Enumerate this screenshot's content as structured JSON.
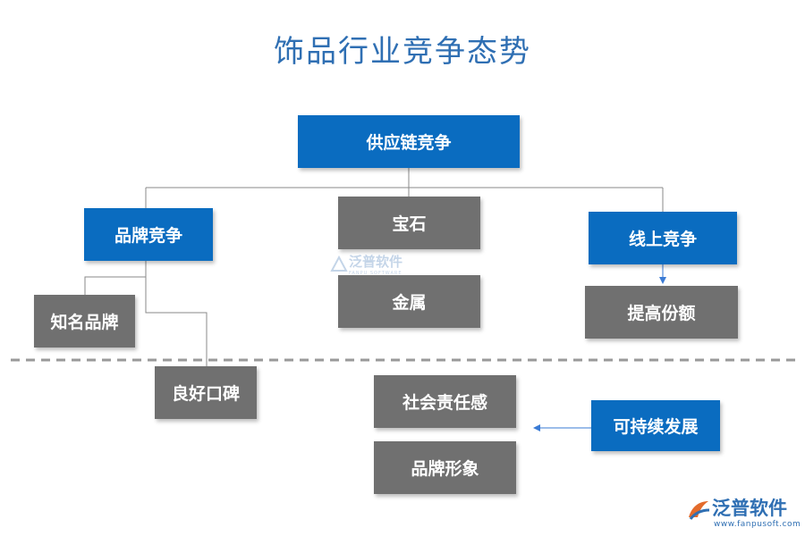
{
  "title": "饰品行业竞争态势",
  "colors": {
    "primary_box": "#0a6cc0",
    "secondary_box": "#707070",
    "title": "#2f6fb3",
    "divider": "#9a9a9a"
  },
  "nodes": {
    "supply_chain": "供应链竞争",
    "brand": "品牌竞争",
    "gem": "宝石",
    "metal": "金属",
    "online": "线上竞争",
    "famous_brand": "知名品牌",
    "reputation": "良好口碑",
    "market_share": "提高份额",
    "social_responsibility": "社会责任感",
    "brand_image": "品牌形象",
    "sustainable": "可持续发展"
  },
  "watermark": {
    "text": "泛普软件",
    "sub": "FANPU SOFTWARE"
  },
  "logo": {
    "name": "泛普软件",
    "url": "www.fanpusoft.com"
  }
}
